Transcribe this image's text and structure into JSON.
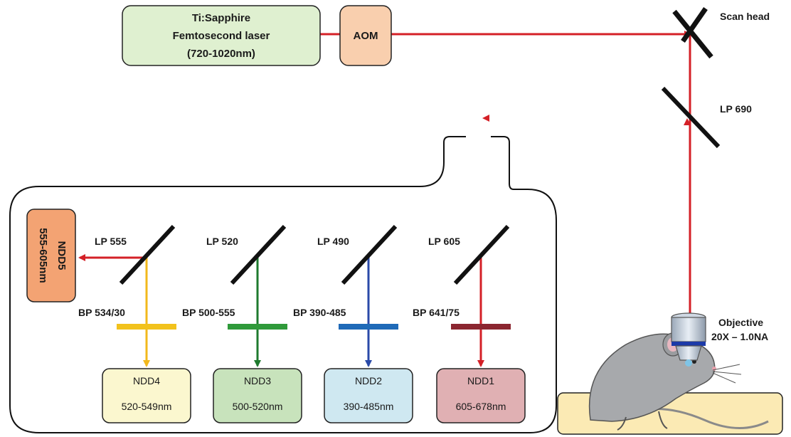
{
  "laser": {
    "line1": "Ti:Sapphire",
    "line2": "Femtosecond laser",
    "line3": "(720-1020nm)"
  },
  "aom": {
    "label": "AOM"
  },
  "scan_head": {
    "label": "Scan head"
  },
  "lp690": {
    "label": "LP 690"
  },
  "objective": {
    "line1": "Objective",
    "line2": "20X – 1.0NA"
  },
  "mirrors": {
    "lp555": "LP 555",
    "lp520": "LP 520",
    "lp490": "LP 490",
    "lp605": "LP 605"
  },
  "filters": {
    "bp534": "BP 534/30",
    "bp500": "BP 500-555",
    "bp390": "BP 390-485",
    "bp641": "BP 641/75"
  },
  "detectors": {
    "ndd1": {
      "name": "NDD1",
      "range": "605-678nm"
    },
    "ndd2": {
      "name": "NDD2",
      "range": "390-485nm"
    },
    "ndd3": {
      "name": "NDD3",
      "range": "500-520nm"
    },
    "ndd4": {
      "name": "NDD4",
      "range": "520-549nm"
    },
    "ndd5": {
      "name": "NDD5",
      "range": "555-605nm"
    }
  },
  "colors": {
    "beam_red": "#d42027",
    "laser_box": "#dff0d0",
    "aom_box": "#f9cfae",
    "ndd1_box": "#e0b0b3",
    "ndd2_box": "#cfe8f1",
    "ndd3_box": "#c8e3bc",
    "ndd4_box": "#fbf7cf",
    "ndd5_box": "#f3a373",
    "stage": "#fbeab4"
  }
}
